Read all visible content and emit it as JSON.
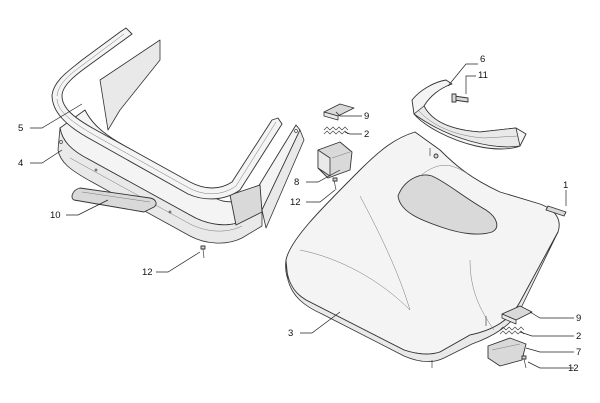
{
  "labels": {
    "l1": "1",
    "l2a": "2",
    "l2b": "2",
    "l3": "3",
    "l4": "4",
    "l5": "5",
    "l6": "6",
    "l7": "7",
    "l8": "8",
    "l9a": "9",
    "l9b": "9",
    "l10": "10",
    "l11": "11",
    "l12a": "12",
    "l12b": "12",
    "l12c": "12"
  }
}
